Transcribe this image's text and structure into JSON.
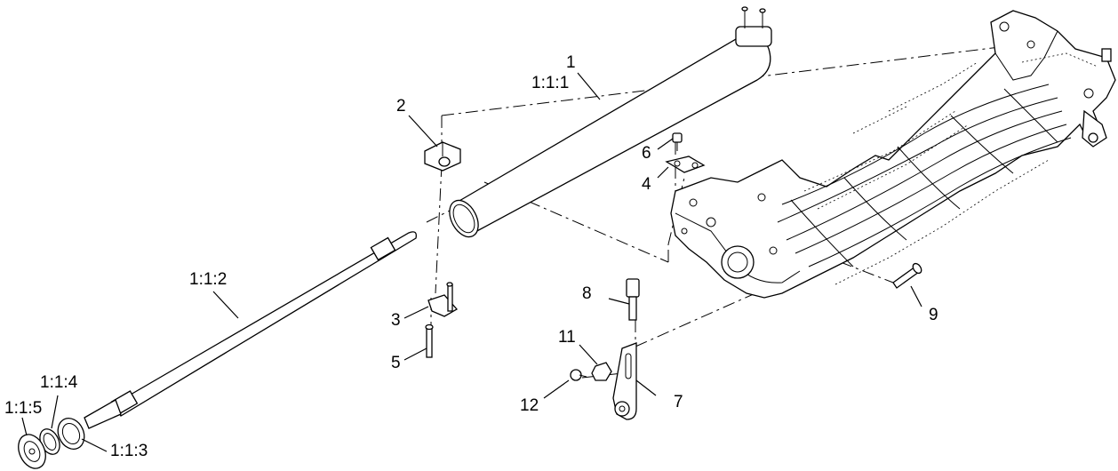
{
  "callouts": {
    "c1": "1",
    "c1_1_1": "1:1:1",
    "c2": "2",
    "c3": "3",
    "c4": "4",
    "c5": "5",
    "c6": "6",
    "c7": "7",
    "c8": "8",
    "c9": "9",
    "c11": "11",
    "c12": "12",
    "c1_1_2": "1:1:2",
    "c1_1_3": "1:1:3",
    "c1_1_4": "1:1:4",
    "c1_1_5": "1:1:5"
  }
}
